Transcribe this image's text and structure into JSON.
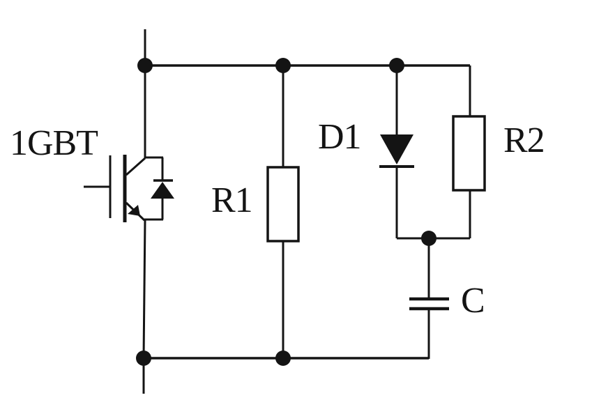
{
  "diagram": {
    "background_color": "#ffffff",
    "line_color": "#141414",
    "components": {
      "igbt": {
        "label": "1GBT",
        "symbol": "igbt-with-antiparallel-diode"
      },
      "r1": {
        "label": "R1",
        "symbol": "resistor-box"
      },
      "d1": {
        "label": "D1",
        "symbol": "diode-cathode-down"
      },
      "r2": {
        "label": "R2",
        "symbol": "resistor-box"
      },
      "cap": {
        "label": "C",
        "symbol": "capacitor-parallel-plates"
      }
    }
  }
}
